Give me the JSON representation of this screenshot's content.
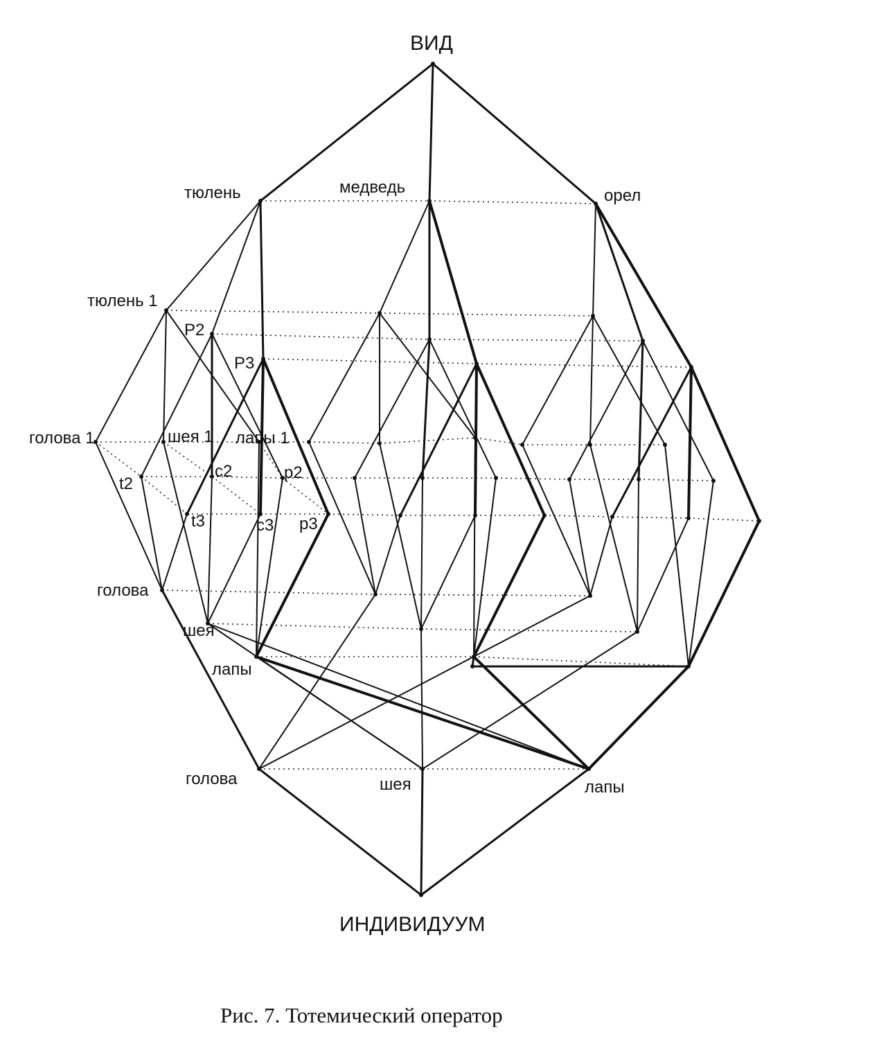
{
  "diagram": {
    "top_label": "ВИД",
    "bottom_label": "ИНДИВИДУУМ",
    "caption": "Рис. 7. Тотемический оператор",
    "species": {
      "seal": "тюлень",
      "bear": "медведь",
      "eagle": "орел"
    },
    "seal_branch": {
      "seal1": "тюлень 1",
      "p2": "P2",
      "p3": "P3",
      "head1": "голова 1",
      "neck1": "шея 1",
      "paws1": "лапы 1",
      "t2": "t2",
      "c2": "c2",
      "p2_small": "p2",
      "t3": "t3",
      "c3": "c3",
      "p3_small": "p3",
      "head": "голова",
      "neck": "шея",
      "paws": "лапы"
    },
    "individual_parts": {
      "head": "голова",
      "neck": "шея",
      "paws": "лапы"
    }
  }
}
